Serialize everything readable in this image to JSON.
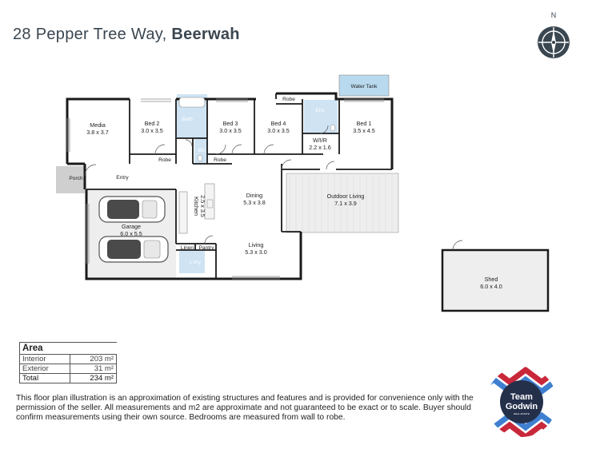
{
  "header": {
    "address_street": "28 Pepper Tree Way, ",
    "address_suburb": "Beerwah"
  },
  "compass": {
    "label": "N"
  },
  "rooms": {
    "water_tank": "Water Tank",
    "media_name": "Media",
    "media_size": "3.8 x 3.7",
    "bed2_name": "Bed 2",
    "bed2_size": "3.0 x 3.5",
    "bath": "Bath",
    "wc": "Wc",
    "bed3_name": "Bed 3",
    "bed3_size": "3.0 x 3.5",
    "bed4_name": "Bed 4",
    "bed4_size": "3.0 x 3.5",
    "robe_bed4": "Robe",
    "ens": "Ens",
    "wir_name": "W/I/R",
    "wir_size": "2.2 x 1.6",
    "bed1_name": "Bed 1",
    "bed1_size": "3.5 x 4.5",
    "robe_bed2": "Robe",
    "robe_bed3": "Robe",
    "porch": "Porch",
    "entry": "Entry",
    "kitchen_name": "Kitchen",
    "kitchen_size": "2.5 x 3.5",
    "dining_name": "Dining",
    "dining_size": "5.3 x 3.8",
    "outdoor_name": "Outdoor Living",
    "outdoor_size": "7.1 x 3.9",
    "garage_name": "Garage",
    "garage_size": "6.0 x 5.5",
    "linen": "Linen",
    "pantry": "Pantry",
    "ldry": "L'dry",
    "living_name": "Living",
    "living_size": "5.3 x 3.0",
    "shed_name": "Shed",
    "shed_size": "6.0 x 4.0"
  },
  "area_table": {
    "title": "Area",
    "rows": [
      {
        "label": "Interior",
        "value": "203 m²"
      },
      {
        "label": "Exterior",
        "value": "31 m²"
      }
    ],
    "total_label": "Total",
    "total_value": "234 m²"
  },
  "disclaimer": "This floor plan illustration is an approximation of existing structures and features and is provided for convenience only with the permission of the seller. All measurements and m2 are approximate and not guaranteed to be exact or to scale. Buyer should confirm measurements using their own source. Bedrooms are measured from wall to robe.",
  "logo": {
    "line1": "Team",
    "line2": "Godwin",
    "tagline": "REAL ESTATE"
  },
  "colors": {
    "title": "#3a4650",
    "wet_area": "#cfe3f3",
    "water_tank": "#b9d9ee",
    "porch": "#cfcfcf",
    "garage": "#eeeeee",
    "walls": "#1a1a1a",
    "logo_navy": "#24304a",
    "logo_red": "#c8283a",
    "logo_blue": "#3f7fd0"
  }
}
